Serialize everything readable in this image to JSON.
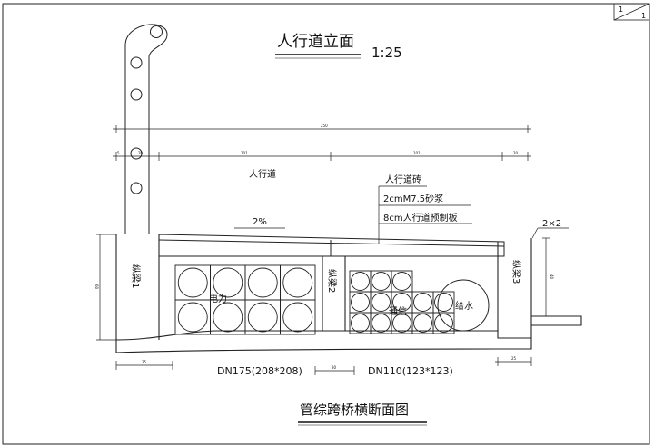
{
  "sheet": {
    "number": "1",
    "total": "1"
  },
  "elevation": {
    "title": "人行道立面",
    "scale": "1:25",
    "overall_dim": "250",
    "segment_dims": [
      "5",
      "20",
      "101",
      "101",
      "20"
    ],
    "walkway_label": "人行道",
    "layers": [
      "人行道砖",
      "2cmM7.5砂浆",
      "8cm人行道预制板"
    ],
    "slope_left": "2%",
    "slope_right": "2×2"
  },
  "section": {
    "beam_labels": [
      "纵梁1",
      "纵梁2",
      "纵梁3"
    ],
    "power_label": "电力",
    "comm_label": "通信",
    "water_label": "给水",
    "left_height_dim": "60",
    "right_height_dim": "40",
    "bottom_dims": [
      "35",
      "30",
      "25"
    ],
    "spec_left": "DN175(208*208)",
    "spec_right": "DN110(123*123)"
  },
  "bottom_title": "管综跨桥横断面图"
}
